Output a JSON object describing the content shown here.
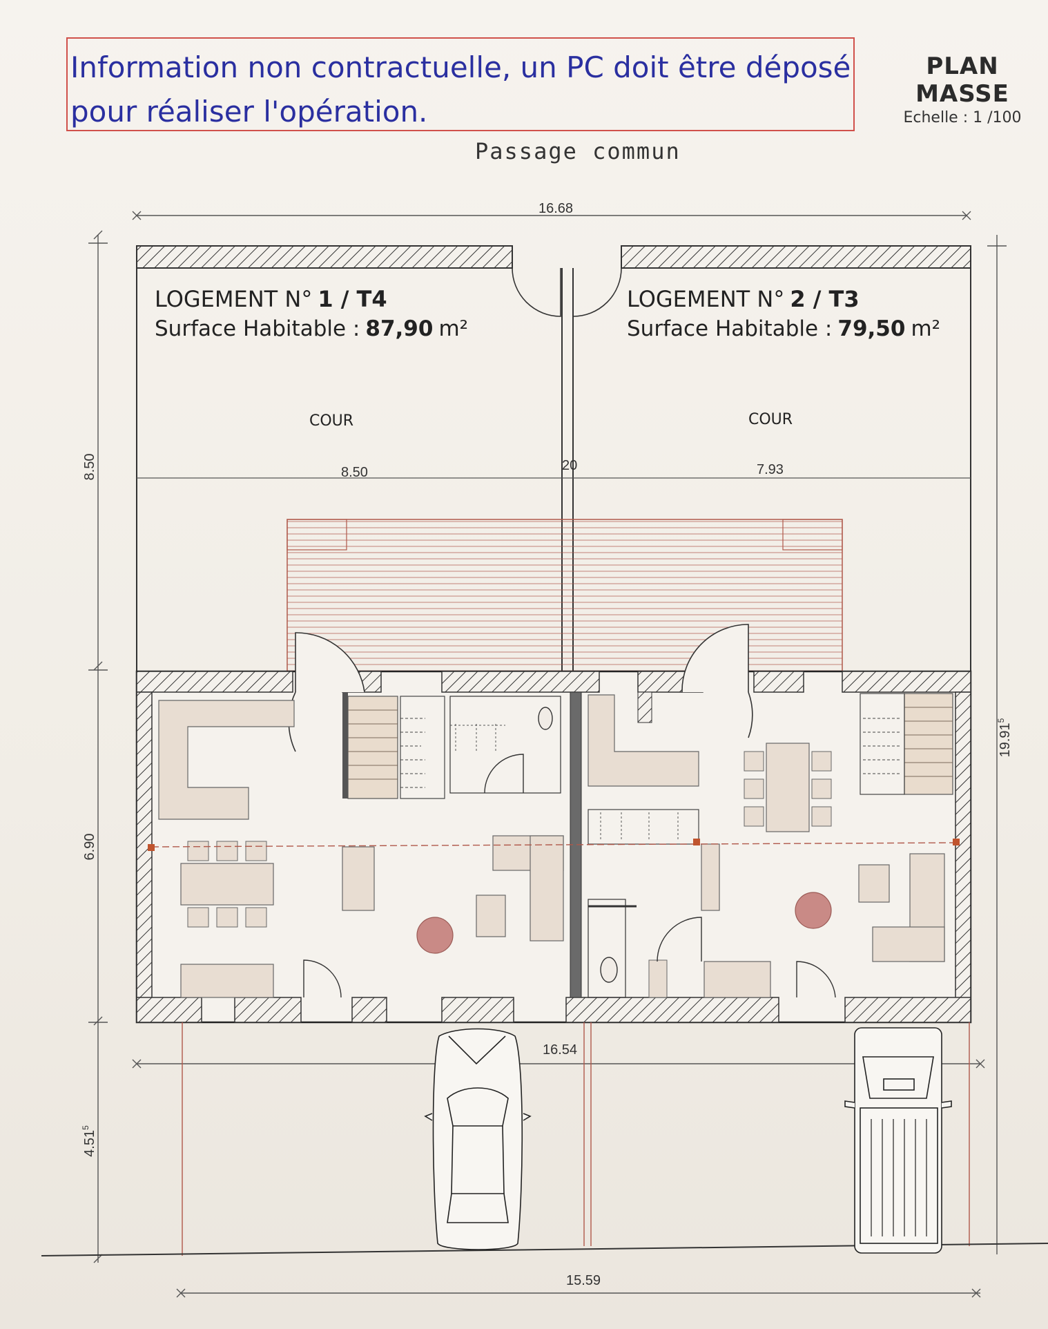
{
  "notice": {
    "line1": "Information non contractuelle, un PC doit être déposé",
    "line2": "pour réaliser l'opération."
  },
  "title": {
    "name": "PLAN  MASSE",
    "scale": "Echelle : 1 /100"
  },
  "passage": "Passage   commun",
  "units": {
    "unit1": {
      "heading_prefix": "LOGEMENT  N°",
      "heading_num": "1 / T4",
      "surface_prefix": "Surface Habitable :",
      "surface_value": "87,90",
      "surface_unit": "m²",
      "court": "COUR"
    },
    "unit2": {
      "heading_prefix": "LOGEMENT  N°",
      "heading_num": "2 / T3",
      "surface_prefix": "Surface Habitable :",
      "surface_value": "79,50",
      "surface_unit": "m²",
      "court": "COUR"
    }
  },
  "dimensions": {
    "total_width_top": "16.68",
    "court1_width": "8.50",
    "wall_gap": "20",
    "court2_width": "7.93",
    "house_width": "16.54",
    "parking_width": "15.59",
    "left_court_depth": "8.50",
    "left_house_depth": "6.90",
    "left_parking_depth": "4.51",
    "left_parking_sup": "5",
    "right_total_depth": "19.91",
    "right_total_sup": "5"
  },
  "colors": {
    "wall_line": "#2a2a2a",
    "terrace": "#b0584a",
    "furniture": "#e8ddd2",
    "plant": "#c98a86",
    "notice_border": "#d0504a",
    "notice_text": "#2a2fa0"
  }
}
